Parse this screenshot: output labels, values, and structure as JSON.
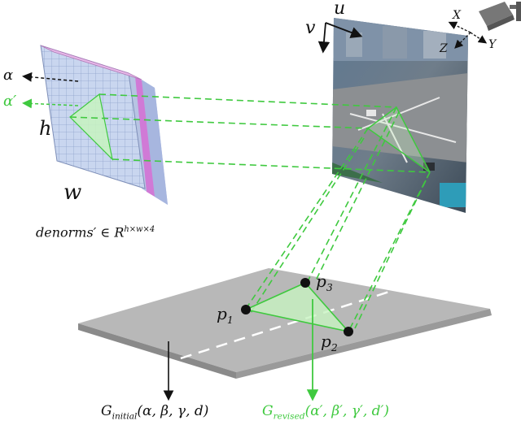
{
  "labels": {
    "alpha": "α",
    "alpha_prime": "α′",
    "h": "h",
    "w": "w",
    "u": "u",
    "v": "v",
    "X": "X",
    "Y": "Y",
    "Z": "Z",
    "p1": "p",
    "p1_sub": "1",
    "p2": "p",
    "p2_sub": "2",
    "p3": "p",
    "p3_sub": "3",
    "denorms_main": "denorms′ ∈ R",
    "denorms_sup": "h×w×4",
    "g_initial_main": "G",
    "g_initial_sub": "initial",
    "g_initial_args": "(α, β, γ, d)",
    "g_revised_main": "G",
    "g_revised_sub": "revised",
    "g_revised_args": "(α′, β′, γ′, d′)"
  },
  "colors": {
    "green": "#3fc93f",
    "green_fill": "#c7f3c0",
    "road": "#b8b8b8",
    "tensor_front": "#b9c9e8",
    "tensor_side_pink": "#d07ad6",
    "tensor_side_blue": "#9fb2e0"
  },
  "icons": {
    "camera": "cctv-camera-icon",
    "photo": "traffic-intersection-photo"
  }
}
